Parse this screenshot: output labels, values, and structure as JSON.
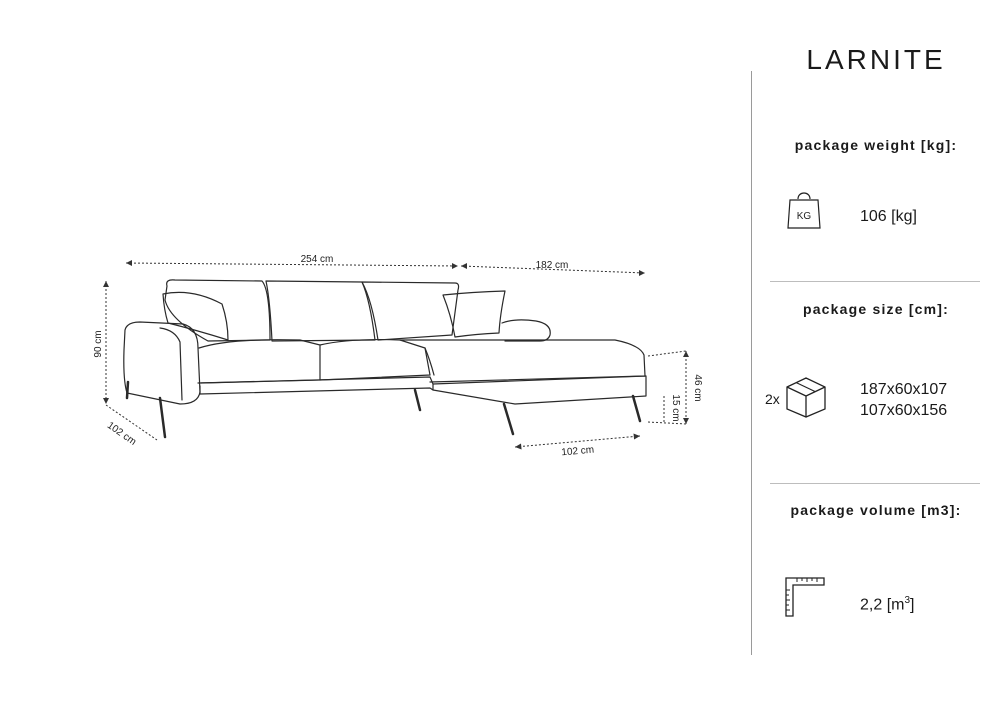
{
  "product_name": "LARNITE",
  "specs": {
    "weight": {
      "title": "package weight [kg]:",
      "icon": "weight-icon",
      "icon_label": "KG",
      "value": "106 [kg]"
    },
    "size": {
      "title": "package size [cm]:",
      "icon": "box-icon",
      "multiplier": "2x",
      "values": [
        "187x60x107",
        "107x60x156"
      ]
    },
    "volume": {
      "title": "package volume [m3]:",
      "icon": "ruler-corner-icon",
      "value": "2,2 [m",
      "value_sup": "3",
      "value_end": "]"
    }
  },
  "dimensions": {
    "total_width": "254 cm",
    "chaise_length": "182 cm",
    "height": "90 cm",
    "depth": "102 cm",
    "chaise_width": "102 cm",
    "seat_height": "46 cm",
    "leg_height": "15 cm"
  }
}
